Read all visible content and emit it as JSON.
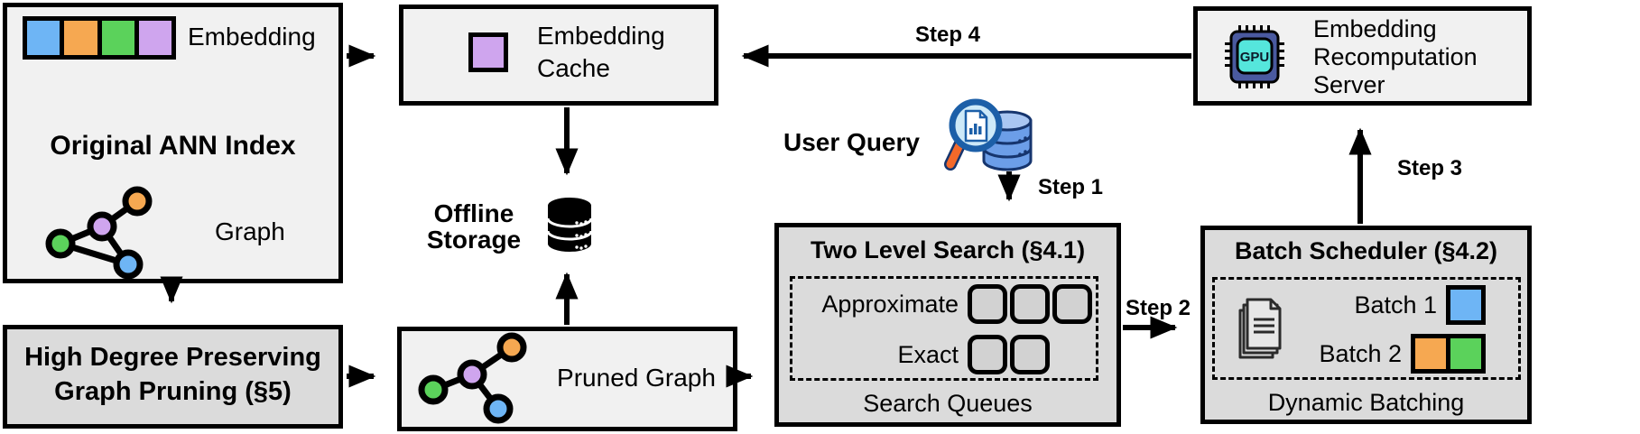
{
  "ann_index": {
    "embedding_label": "Embedding",
    "title": "Original ANN Index",
    "graph_label": "Graph"
  },
  "pruning_box": {
    "line1": "High Degree Preserving",
    "line2": "Graph Pruning (§5)"
  },
  "embedding_cache": {
    "line1": "Embedding",
    "line2": "Cache"
  },
  "offline_storage": {
    "line1": "Offline",
    "line2": "Storage"
  },
  "pruned_graph": {
    "label": "Pruned Graph"
  },
  "user_query": {
    "label": "User Query"
  },
  "steps": {
    "s1": "Step 1",
    "s2": "Step 2",
    "s3": "Step 3",
    "s4": "Step 4"
  },
  "two_level_search": {
    "title": "Two Level Search (§4.1)",
    "approximate_label": "Approximate",
    "exact_label": "Exact",
    "approximate_queue_count": 3,
    "exact_queue_count": 2,
    "caption": "Search Queues"
  },
  "batch_scheduler": {
    "title": "Batch Scheduler (§4.2)",
    "batch1_label": "Batch 1",
    "batch2_label": "Batch 2",
    "caption": "Dynamic Batching"
  },
  "recomputation_server": {
    "line1": "Embedding",
    "line2": "Recomputation",
    "line3": "Server",
    "gpu_label": "GPU"
  },
  "colors": {
    "node_blue": "#6eb5f5",
    "node_orange": "#f6a851",
    "node_green": "#5bd25b",
    "node_purple": "#cfa5ee",
    "box_light": "#f1f1f1",
    "box_dark": "#dbdbdb",
    "queue_fill": "#d2d2d2",
    "gpu_body": "#4a5aa0",
    "gpu_core": "#55e6dc",
    "query_db": "#6c9ee8",
    "query_handle": "#f4692a"
  }
}
